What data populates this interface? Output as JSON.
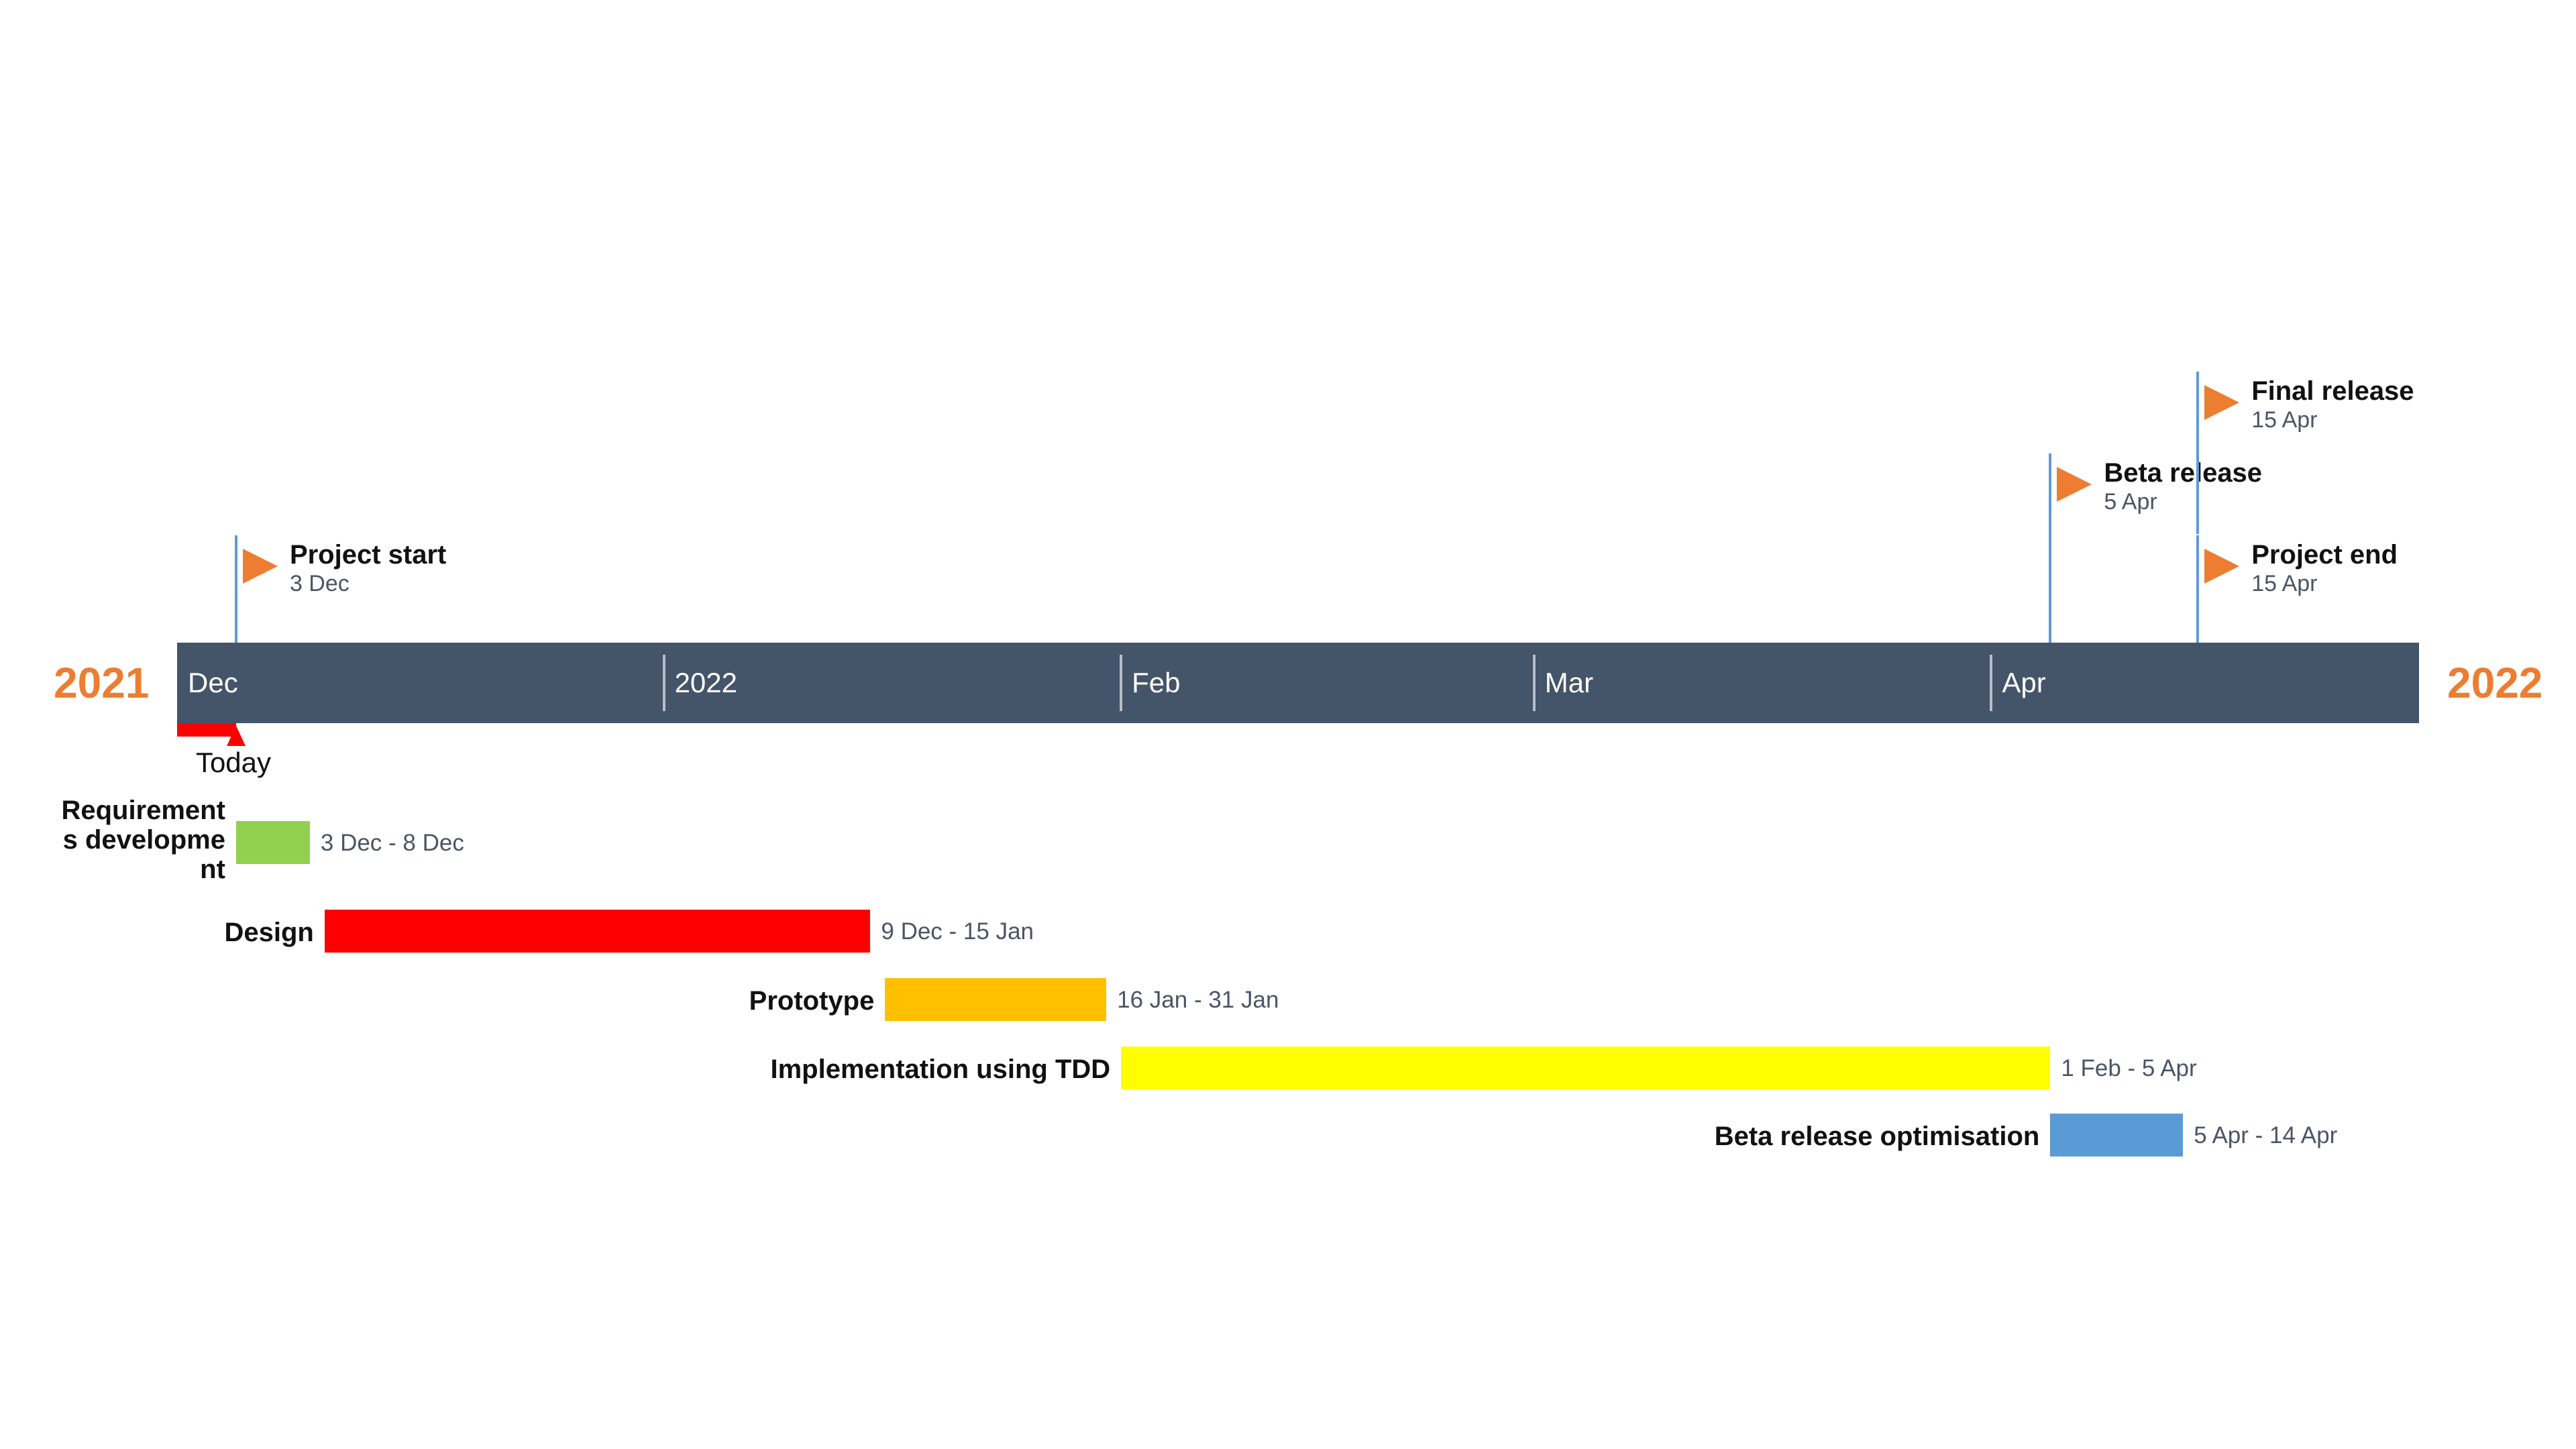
{
  "chart_data": {
    "type": "gantt",
    "years": {
      "start": "2021",
      "end": "2022"
    },
    "axis": {
      "start": "2021-11-29",
      "end": "2022-04-30",
      "labels": [
        {
          "label": "Dec",
          "date": "2021-12-01"
        },
        {
          "label": "2022",
          "date": "2022-01-01"
        },
        {
          "label": "Feb",
          "date": "2022-02-01"
        },
        {
          "label": "Mar",
          "date": "2022-03-01"
        },
        {
          "label": "Apr",
          "date": "2022-04-01"
        }
      ]
    },
    "today": {
      "label": "Today",
      "date": "2021-12-03"
    },
    "milestones": [
      {
        "title": "Project start",
        "date_label": "3 Dec",
        "date": "2021-12-03"
      },
      {
        "title": "Beta release",
        "date_label": "5 Apr",
        "date": "2022-04-05"
      },
      {
        "title": "Final release",
        "date_label": "15 Apr",
        "date": "2022-04-15"
      },
      {
        "title": "Project end",
        "date_label": "15 Apr",
        "date": "2022-04-15"
      }
    ],
    "tasks": [
      {
        "name": "Requirements development",
        "range_label": "3 Dec - 8 Dec",
        "start": "2021-12-03",
        "end": "2021-12-08",
        "color": "#92D050"
      },
      {
        "name": "Design",
        "range_label": "9 Dec - 15 Jan",
        "start": "2021-12-09",
        "end": "2022-01-15",
        "color": "#FF0000"
      },
      {
        "name": "Prototype",
        "range_label": "16 Jan - 31 Jan",
        "start": "2022-01-16",
        "end": "2022-01-31",
        "color": "#FFC000"
      },
      {
        "name": "Implementation using TDD",
        "range_label": "1 Feb - 5 Apr",
        "start": "2022-02-01",
        "end": "2022-04-05",
        "color": "#FFFF00"
      },
      {
        "name": "Beta release optimisation",
        "range_label": "5 Apr - 14 Apr",
        "start": "2022-04-05",
        "end": "2022-04-14",
        "color": "#5B9BD5"
      }
    ],
    "colors": {
      "band": "#445469",
      "year": "#ED7D31",
      "milestone_flag": "#ED7D31",
      "milestone_pole": "#5B9BD5",
      "today": "#FF0000"
    }
  }
}
